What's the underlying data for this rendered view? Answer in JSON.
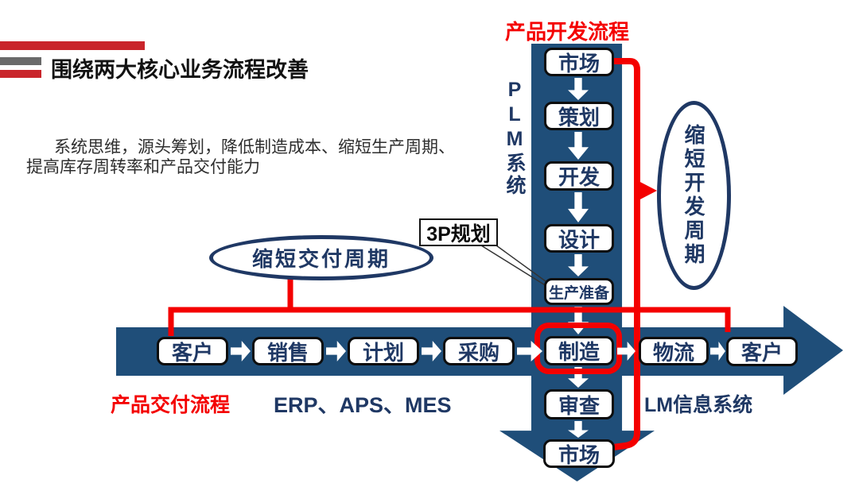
{
  "header": {
    "title": "围绕两大核心业务流程改善",
    "paragraph_line1": "系统思维，源头筹划，降低制造成本、缩短生产周期、",
    "paragraph_line2": "提高库存周转率和产品交付能力"
  },
  "dev_flow": {
    "label": "产品开发流程",
    "system_label": "PLM系统",
    "steps": [
      "市场",
      "策划",
      "开发",
      "设计",
      "生产准备",
      "制造",
      "审查",
      "市场"
    ],
    "highlighted_step": "制造",
    "cycle_label": "缩短开发周期",
    "callout_label": "3P规划"
  },
  "delivery_flow": {
    "label": "产品交付流程",
    "steps": [
      "客户",
      "销售",
      "计划",
      "采购",
      "制造",
      "物流",
      "客户"
    ],
    "systems_label": "ERP、APS、MES",
    "lm_system_label": "LM信息系统",
    "cycle_label": "缩短交付周期"
  },
  "colors": {
    "navy_fill": "#1F4E79",
    "navy_text": "#1F3864",
    "connector_red": "#F40000",
    "header_bar_red": "#C9252B",
    "header_bar_gray": "#6A6A6A"
  }
}
